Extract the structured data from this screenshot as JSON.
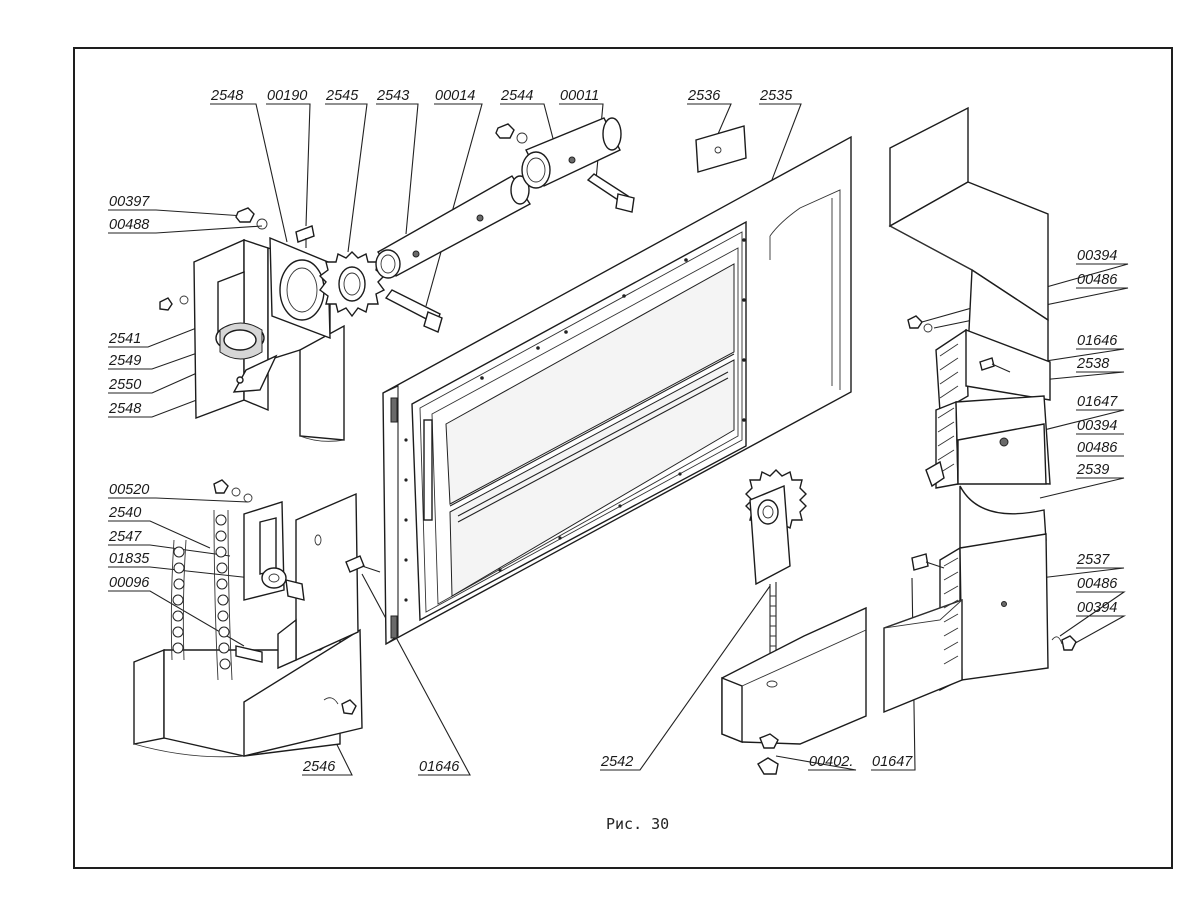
{
  "caption": "Рис. 30",
  "labels": [
    {
      "id": "l2548a",
      "text": "2548"
    },
    {
      "id": "l00190",
      "text": "00190"
    },
    {
      "id": "l2545",
      "text": "2545"
    },
    {
      "id": "l2543",
      "text": "2543"
    },
    {
      "id": "l00014",
      "text": "00014"
    },
    {
      "id": "l2544",
      "text": "2544"
    },
    {
      "id": "l00011",
      "text": "00011"
    },
    {
      "id": "l2536",
      "text": "2536"
    },
    {
      "id": "l2535",
      "text": "2535"
    },
    {
      "id": "l00397",
      "text": "00397"
    },
    {
      "id": "l00488",
      "text": "00488"
    },
    {
      "id": "l2541",
      "text": "2541"
    },
    {
      "id": "l2549",
      "text": "2549"
    },
    {
      "id": "l2550",
      "text": "2550"
    },
    {
      "id": "l2548b",
      "text": "2548"
    },
    {
      "id": "l00520",
      "text": "00520"
    },
    {
      "id": "l2540",
      "text": "2540"
    },
    {
      "id": "l2547",
      "text": "2547"
    },
    {
      "id": "l01835",
      "text": "01835"
    },
    {
      "id": "l00096",
      "text": "00096"
    },
    {
      "id": "l2546",
      "text": "2546"
    },
    {
      "id": "l01646a",
      "text": "01646"
    },
    {
      "id": "l2542",
      "text": "2542"
    },
    {
      "id": "l00402",
      "text": "00402."
    },
    {
      "id": "l01647a",
      "text": "01647"
    },
    {
      "id": "l00394a",
      "text": "00394"
    },
    {
      "id": "l00486a",
      "text": "00486"
    },
    {
      "id": "l01646b",
      "text": "01646"
    },
    {
      "id": "l2538",
      "text": "2538"
    },
    {
      "id": "l01647b",
      "text": "01647"
    },
    {
      "id": "l00394b",
      "text": "00394"
    },
    {
      "id": "l00486b",
      "text": "00486"
    },
    {
      "id": "l2539",
      "text": "2539"
    },
    {
      "id": "l2537",
      "text": "2537"
    },
    {
      "id": "l00486c",
      "text": "00486"
    },
    {
      "id": "l00394c",
      "text": "00394"
    }
  ]
}
